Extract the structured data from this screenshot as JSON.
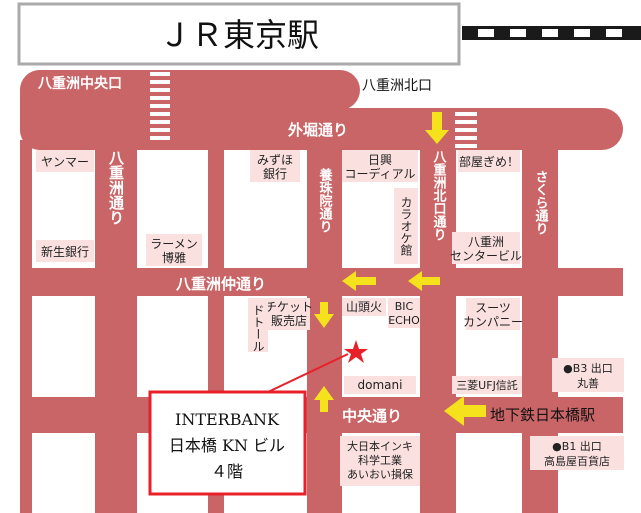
{
  "station": {
    "title": "ＪＲ東京駅"
  },
  "exits": {
    "yaesu_central": "八重洲中央口",
    "yaesu_north": "八重洲北口",
    "b3": "●B3 出口",
    "b3_store": "丸善",
    "b1": "●B1 出口",
    "b1_store": "高島屋百貨店"
  },
  "streets": {
    "sotobori": "外堀通り",
    "yaesu_naka": "八重洲仲通り",
    "chuo": "中央通り",
    "yaesu_dori": "八重洲通り",
    "yojuin": "養珠院通り",
    "yaesu_kitaguchi": "八重洲北口通り",
    "sakura": "さくら通り"
  },
  "buildings": {
    "yanmar": "ヤンマー",
    "shinsei": "新生銀行",
    "ramen_1": "ラーメン",
    "ramen_2": "博雅",
    "mizuho_1": "みずほ",
    "mizuho_2": "銀行",
    "nikko_1": "日興",
    "nikko_2": "コーディアル",
    "karaoke": "カラオケ館",
    "heyagime": "部屋ぎめ！",
    "yaesu_center_1": "八重洲",
    "yaesu_center_2": "センタービル",
    "ticket_1": "チケット",
    "ticket_2": "販売店",
    "doutor": "ドトール",
    "santoka": "山頭火",
    "bic_1": "BIC",
    "bic_2": "ECHO",
    "suits_1": "スーツ",
    "suits_2": "カンパニー",
    "domani": "domani",
    "mufj": "三菱UFJ信託",
    "dainippon_1": "大日本インキ",
    "dainippon_2": "科学工業",
    "dainippon_3": "あいおい損保"
  },
  "subway": {
    "label": "地下鉄日本橋駅"
  },
  "destination": {
    "line1": "INTERBANK",
    "line2": "日本橋 KN ビル",
    "line3": "４階"
  },
  "colors": {
    "road": "#c96566",
    "label_bg": "#fbe0e0",
    "arrow": "#f5e21d",
    "accent_red": "#e8202a",
    "rail_dark": "#1a1a1a"
  }
}
